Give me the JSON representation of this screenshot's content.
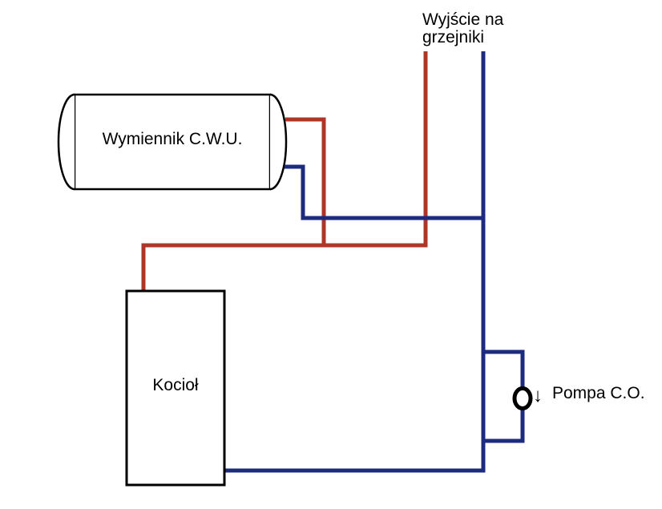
{
  "diagram": {
    "kind": "central-heating-schematic",
    "labels": {
      "radiators_output": "Wyjście na grzejniki",
      "dhw_exchanger": "Wymiennik C.W.U.",
      "boiler": "Kocioł",
      "pump": "Pompa C.O.",
      "pump_flow_arrow": "↓"
    },
    "colors": {
      "supply_pipe": "#b03529",
      "return_pipe": "#1c2b7d",
      "outline": "#000000",
      "background": "#ffffff"
    }
  }
}
